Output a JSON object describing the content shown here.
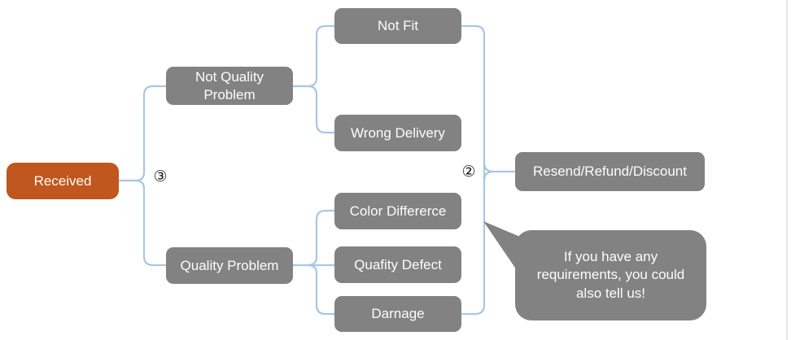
{
  "palette": {
    "node_gray": "#828282",
    "node_orange": "#C0571E",
    "connector_blue": "#A9C7E6",
    "text_white": "#FDFDFD",
    "edge_line": "#DCDCDC",
    "marker_black": "#1B1B1B"
  },
  "diagram": {
    "type": "flowchart",
    "nodes": {
      "received": {
        "label": "Received"
      },
      "not_quality_problem": {
        "label": "Not Quality Problem"
      },
      "quality_problem": {
        "label": "Quality Problem"
      },
      "not_fit": {
        "label": "Not Fit"
      },
      "wrong_delivery": {
        "label": "Wrong Delivery"
      },
      "color_difference": {
        "label": "Color Differerce"
      },
      "quality_defect": {
        "label": "Quafity Defect"
      },
      "damage": {
        "label": "Darnage"
      },
      "resolution": {
        "label": "Resend/Refund/Discount"
      }
    },
    "markers": {
      "step3": "③",
      "step2": "②"
    },
    "callout": {
      "text": "If you have any requirements, you could also tell us!"
    },
    "edges_semantic": [
      "Received -> Not Quality Problem",
      "Received -> Quality Problem",
      "Not Quality Problem -> Not Fit",
      "Not Quality Problem -> Wrong Delivery",
      "Quality Problem -> Color Differerce",
      "Quality Problem -> Quafity Defect",
      "Quality Problem -> Darnage",
      "All reasons -> Resend/Refund/Discount"
    ]
  }
}
